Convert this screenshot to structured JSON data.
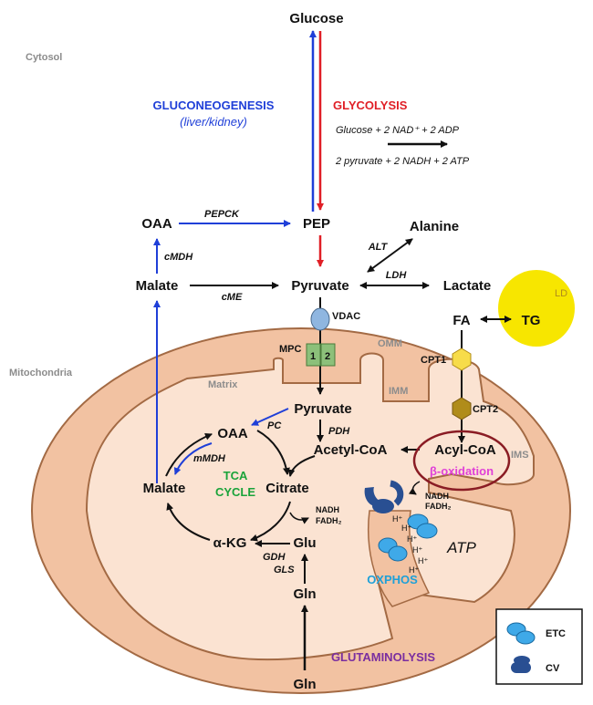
{
  "compartments": {
    "cytosol": "Cytosol",
    "mitochondria": "Mitochondria",
    "matrix": "Matrix",
    "omm": "OMM",
    "imm": "IMM",
    "ims": "IMS",
    "ld": "LD"
  },
  "pathways": {
    "gluconeogenesis": "GLUCONEOGENESIS",
    "gluconeogenesis_site": "(liver/kidney)",
    "glycolysis": "GLYCOLYSIS",
    "glycolysis_reactants": "Glucose + 2 NAD⁺ + 2 ADP",
    "glycolysis_products": "2 pyruvate + 2 NADH + 2 ATP",
    "tca_line1": "TCA",
    "tca_line2": "CYCLE",
    "beta_oxidation": "β-oxidation",
    "oxphos": "OXPHOS",
    "glutaminolysis": "GLUTAMINOLYSIS"
  },
  "metabolites": {
    "glucose": "Glucose",
    "pep": "PEP",
    "oaa_cyto": "OAA",
    "malate_cyto": "Malate",
    "pyruvate_cyto": "Pyruvate",
    "alanine": "Alanine",
    "lactate": "Lactate",
    "fa": "FA",
    "tg": "TG",
    "pyruvate_mito": "Pyruvate",
    "acetyl_coa": "Acetyl-CoA",
    "acyl_coa": "Acyl-CoA",
    "oaa_mito": "OAA",
    "malate_mito": "Malate",
    "citrate": "Citrate",
    "akg": "α-KG",
    "glu": "Glu",
    "gln_mito": "Gln",
    "gln_cyto": "Gln",
    "atp": "ATP"
  },
  "cofactors": {
    "nadh1": "NADH",
    "fadh1": "FADH₂",
    "nadh2": "NADH",
    "fadh2": "FADH₂",
    "proton": "H⁺"
  },
  "enzymes": {
    "pepck": "PEPCK",
    "cmdh": "cMDH",
    "cme": "cME",
    "alt": "ALT",
    "ldh": "LDH",
    "vdac": "VDAC",
    "mpc": "MPC",
    "mpc1": "1",
    "mpc2": "2",
    "cpt1": "CPT1",
    "cpt2": "CPT2",
    "pc": "PC",
    "pdh": "PDH",
    "mmdh": "mMDH",
    "gdh": "GDH",
    "gls": "GLS"
  },
  "legend": {
    "etc": "ETC",
    "cv": "CV"
  },
  "colors": {
    "gluconeogenesis": "#1f3fd8",
    "glycolysis": "#e01f26",
    "mito_outer": "#f2c2a2",
    "mito_inner": "#fbe3d2",
    "membrane": "#a36a44",
    "lipid_droplet": "#f7e600",
    "mpc": "#8cc07a",
    "vdac": "#8fb6e0",
    "cpt1": "#f7dc4a",
    "cpt2": "#b08c1a",
    "etc": "#3fa9e8",
    "cv": "#294f92",
    "beta_oxidation_ring": "#8a1c24"
  }
}
